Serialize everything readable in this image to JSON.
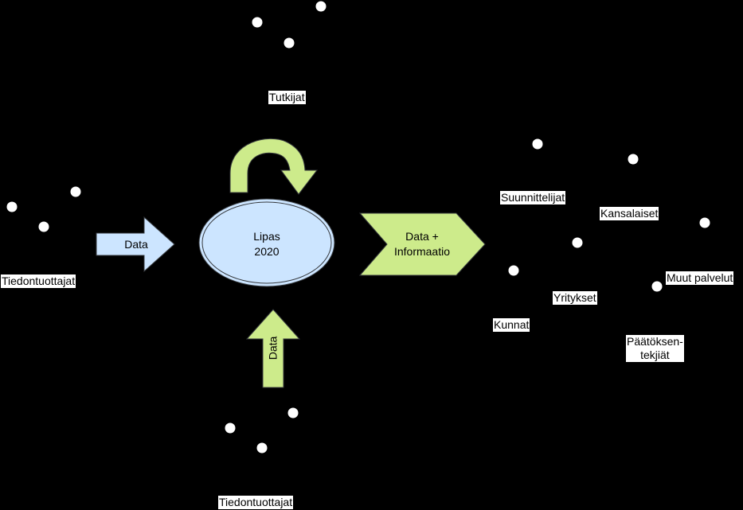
{
  "center": {
    "label": "Lipas\n2020"
  },
  "arrows": {
    "left": "Data",
    "bottom": "Data",
    "output": "Data +\nInformaatio"
  },
  "groups": {
    "researchers": "Tutkijat",
    "producers_left": "Tiedontuottajat",
    "producers_bottom": "Tiedontuottajat"
  },
  "users": {
    "planners": "Suunnittelijat",
    "citizens": "Kansalaiset",
    "other_services": "Muut palvelut",
    "companies": "Yritykset",
    "municipalities": "Kunnat",
    "decision_makers": "Päätöksen-\ntekjiät"
  },
  "colors": {
    "background": "#000000",
    "blue_fill": "#cce5ff",
    "blue_stroke": "#36393d",
    "green_fill": "#cdeb8b",
    "green_stroke": "#36393d",
    "actor_fill": "#ffffff",
    "actor_stroke": "#000000"
  }
}
